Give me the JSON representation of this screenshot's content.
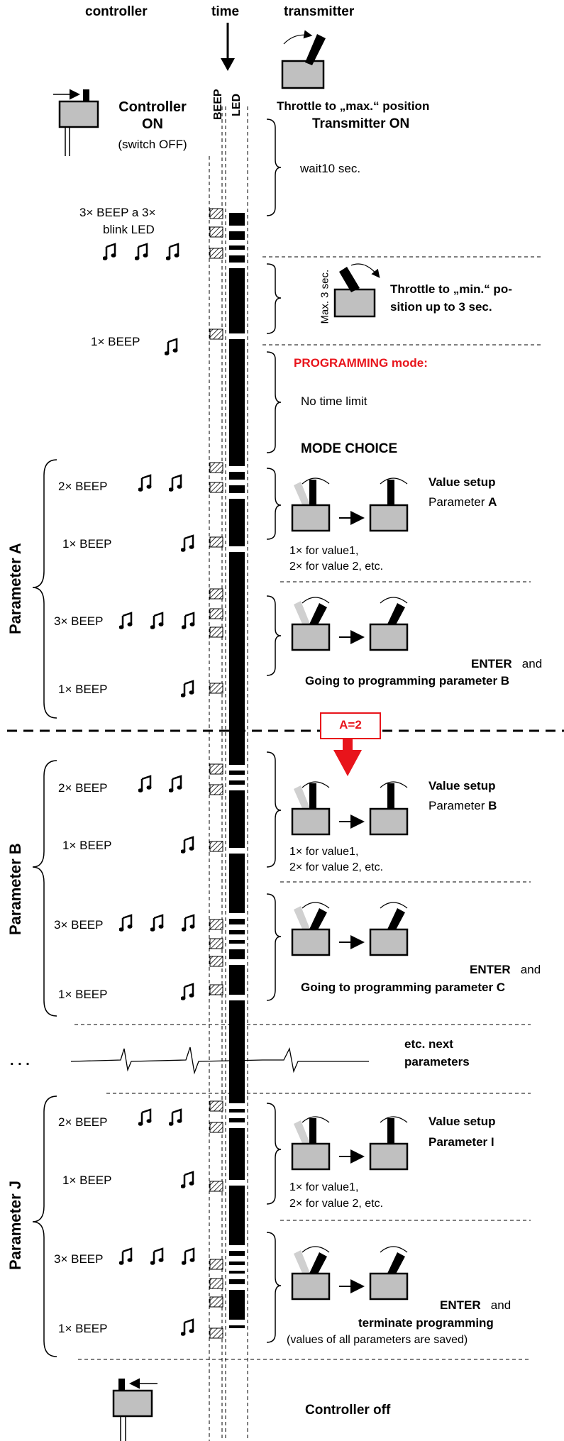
{
  "headers": {
    "controller": "controller",
    "time": "time",
    "transmitter": "transmitter"
  },
  "columns": {
    "beep": "BEEP",
    "led": "LED"
  },
  "intro": {
    "controller_on": "Controller",
    "controller_on2": "ON",
    "switch_off": "(switch OFF)",
    "throttle_max": "Throttle to „max.“ position",
    "transmitter_on": "Transmitter ON",
    "wait": "wait10 sec.",
    "beep3_blink": "3× BEEP a  3×",
    "blink_led": "blink LED",
    "max3sec": "Max. 3 sec.",
    "throttle_min1": "Throttle to „min.“ po-",
    "throttle_min2": "sition up to 3 sec.",
    "beep1": "1× BEEP",
    "programming_mode": "PROGRAMMING mode:",
    "no_time_limit": "No time limit",
    "mode_choice": "MODE CHOICE"
  },
  "sections": [
    {
      "label": "Parameter A",
      "beep2": "2× BEEP",
      "beep1a": "1× BEEP",
      "beep3": "3× BEEP",
      "beep1b": "1× BEEP",
      "value_setup": "Value setup",
      "param_prefix": "Parameter",
      "param_letter": "A",
      "for_value1": "1× for value1,",
      "for_value2": "2× for value 2, etc.",
      "enter": "ENTER",
      "and": "and",
      "next": "Going to programming parameter B"
    },
    {
      "label": "Parameter B",
      "beep2": "2× BEEP",
      "beep1a": "1× BEEP",
      "beep3": "3× BEEP",
      "beep1b": "1× BEEP",
      "value_setup": "Value setup",
      "param_prefix": "Parameter",
      "param_letter": "B",
      "for_value1": "1× for value1,",
      "for_value2": "2× for value 2, etc.",
      "enter": "ENTER",
      "and": "and",
      "next": "Going to programming parameter C"
    },
    {
      "label": "Parameter J",
      "beep2": "2× BEEP",
      "beep1a": "1× BEEP",
      "beep3": "3× BEEP",
      "beep1b": "1× BEEP",
      "value_setup": "Value setup",
      "param_full": "Parameter I",
      "for_value1": "1× for value1,",
      "for_value2": "2× for value 2, etc.",
      "enter": "ENTER",
      "and": "and",
      "terminate": "terminate programming",
      "saved": "(values of all parameters are saved)"
    }
  ],
  "a_equals": "A=2",
  "ellipsis": ". . .",
  "etc1": "etc. next",
  "etc2": "parameters",
  "controller_off": "Controller off",
  "colors": {
    "red": "#e8141b",
    "device_fill": "#c0c0c0",
    "lever_light": "#d0d0d0"
  }
}
